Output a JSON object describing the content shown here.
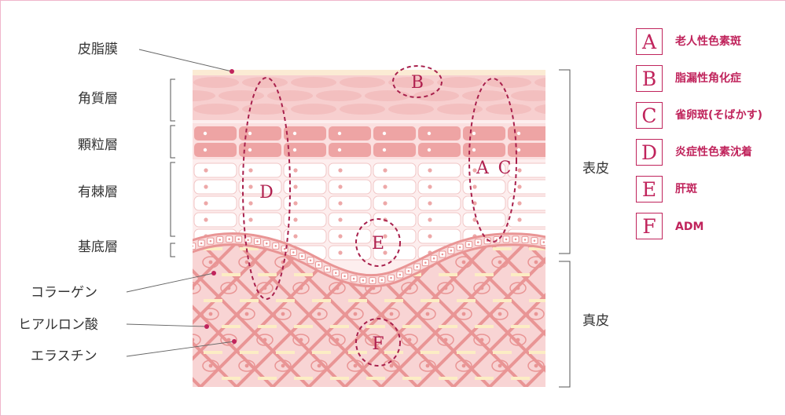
{
  "layer_labels": {
    "sebum": "皮脂膜",
    "stratum_corneum": "角質層",
    "stratum_granulosum": "顆粒層",
    "stratum_spinosum": "有棘層",
    "stratum_basale": "基底層"
  },
  "dermis_components": {
    "collagen": "コラーゲン",
    "hyaluronic_acid": "ヒアルロン酸",
    "elastin": "エラスチン"
  },
  "region_labels": {
    "epidermis": "表皮",
    "dermis": "真皮"
  },
  "markers": {
    "A": "A",
    "B": "B",
    "C": "C",
    "D": "D",
    "E": "E",
    "F": "F"
  },
  "legend": [
    {
      "letter": "A",
      "text": "老人性色素斑"
    },
    {
      "letter": "B",
      "text": "脂漏性角化症"
    },
    {
      "letter": "C",
      "text": "雀卵斑(そばかす)"
    },
    {
      "letter": "D",
      "text": "炎症性色素沈着"
    },
    {
      "letter": "E",
      "text": "肝斑"
    },
    {
      "letter": "F",
      "text": "ADM"
    }
  ],
  "colors": {
    "accent": "#c0245c",
    "sebum": "#fbebd4",
    "corneum": "#f2bcbc",
    "granulosum": "#eea4a4",
    "dermis": "#f8d4d4",
    "fiber": "#e99595",
    "elastin": "#fcedc4",
    "border": "#f0b6cb"
  }
}
